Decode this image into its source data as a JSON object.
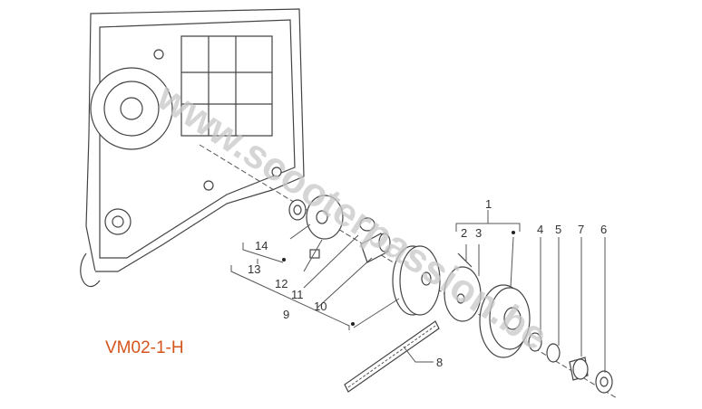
{
  "diagram_code": "VM02-1-H",
  "watermark": "www.scooterpassion.be",
  "callouts": [
    "1",
    "2",
    "3",
    "4",
    "5",
    "6",
    "7",
    "8",
    "9",
    "10",
    "11",
    "12",
    "13",
    "14"
  ],
  "colors": {
    "code": "#d4541c",
    "lines": "#555555",
    "watermark": "#c8c8c8"
  }
}
